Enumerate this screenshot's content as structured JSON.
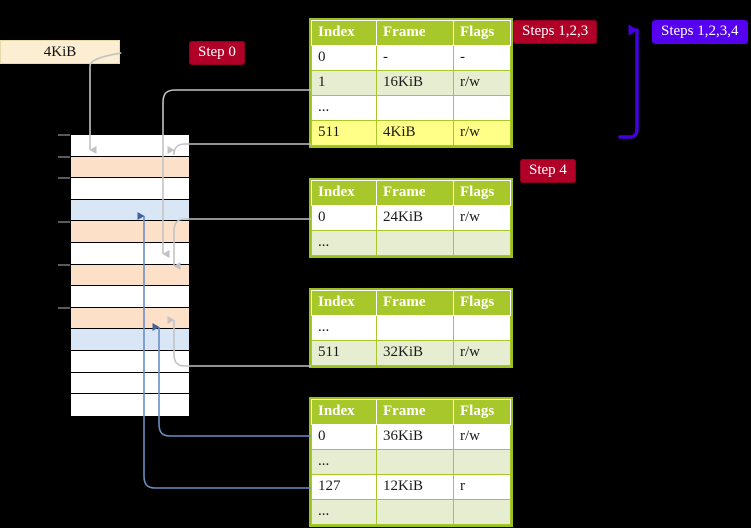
{
  "labels": {
    "size_box": "4KiB",
    "step0": "Step 0",
    "step4": "Step 4",
    "steps123": "Steps 1,2,3",
    "steps1234": "Steps 1,2,3,4"
  },
  "colors": {
    "table_header": "#a8c72a",
    "table_row_alt": "#e7edd1",
    "highlight": "#ffff88",
    "badge_crimson": "#b00028",
    "badge_violet": "#5500ee",
    "badge_cream": "#fbeed2",
    "frame_orange": "#fde0c8",
    "frame_blue": "#d9e6f6",
    "arrow_gray": "#c8c8c8",
    "arrow_blue": "#5b7fb5",
    "background": "#000000"
  },
  "columns": [
    "Index",
    "Frame",
    "Flags"
  ],
  "tables": [
    {
      "id": "level4-table",
      "rows": [
        {
          "style": "white",
          "cells": [
            "0",
            "-",
            "-"
          ],
          "highlight": [
            false,
            false,
            false
          ]
        },
        {
          "style": "green",
          "cells": [
            "1",
            "16KiB",
            "r/w"
          ],
          "highlight": [
            false,
            false,
            false
          ]
        },
        {
          "style": "white",
          "cells": [
            "...",
            "",
            ""
          ],
          "highlight": [
            false,
            false,
            false
          ]
        },
        {
          "style": "green",
          "cells": [
            "511",
            "4KiB",
            "r/w"
          ],
          "highlight": [
            true,
            true,
            true
          ]
        }
      ]
    },
    {
      "id": "level3-table",
      "rows": [
        {
          "style": "white",
          "cells": [
            "0",
            "24KiB",
            "r/w"
          ],
          "highlight": [
            false,
            false,
            false
          ]
        },
        {
          "style": "green",
          "cells": [
            "...",
            "",
            ""
          ],
          "highlight": [
            false,
            false,
            false
          ]
        }
      ]
    },
    {
      "id": "level2-table",
      "rows": [
        {
          "style": "white",
          "cells": [
            "...",
            "",
            ""
          ],
          "highlight": [
            false,
            false,
            false
          ]
        },
        {
          "style": "green",
          "cells": [
            "511",
            "32KiB",
            "r/w"
          ],
          "highlight": [
            false,
            false,
            false
          ]
        }
      ]
    },
    {
      "id": "level1-table",
      "rows": [
        {
          "style": "white",
          "cells": [
            "0",
            "36KiB",
            "r/w"
          ],
          "highlight": [
            false,
            false,
            false
          ]
        },
        {
          "style": "green",
          "cells": [
            "...",
            "",
            ""
          ],
          "highlight": [
            false,
            false,
            false
          ]
        },
        {
          "style": "white",
          "cells": [
            "127",
            "12KiB",
            "r"
          ],
          "highlight": [
            false,
            false,
            false
          ]
        },
        {
          "style": "green",
          "cells": [
            "...",
            "",
            ""
          ],
          "highlight": [
            false,
            false,
            false
          ]
        }
      ]
    }
  ],
  "memory_column": {
    "rows": [
      {
        "fill": "white"
      },
      {
        "fill": "orange"
      },
      {
        "fill": "white"
      },
      {
        "fill": "blue"
      },
      {
        "fill": "orange"
      },
      {
        "fill": "white"
      },
      {
        "fill": "orange"
      },
      {
        "fill": "white"
      },
      {
        "fill": "orange"
      },
      {
        "fill": "blue"
      },
      {
        "fill": "white"
      },
      {
        "fill": "white"
      },
      {
        "fill": "white"
      }
    ]
  }
}
